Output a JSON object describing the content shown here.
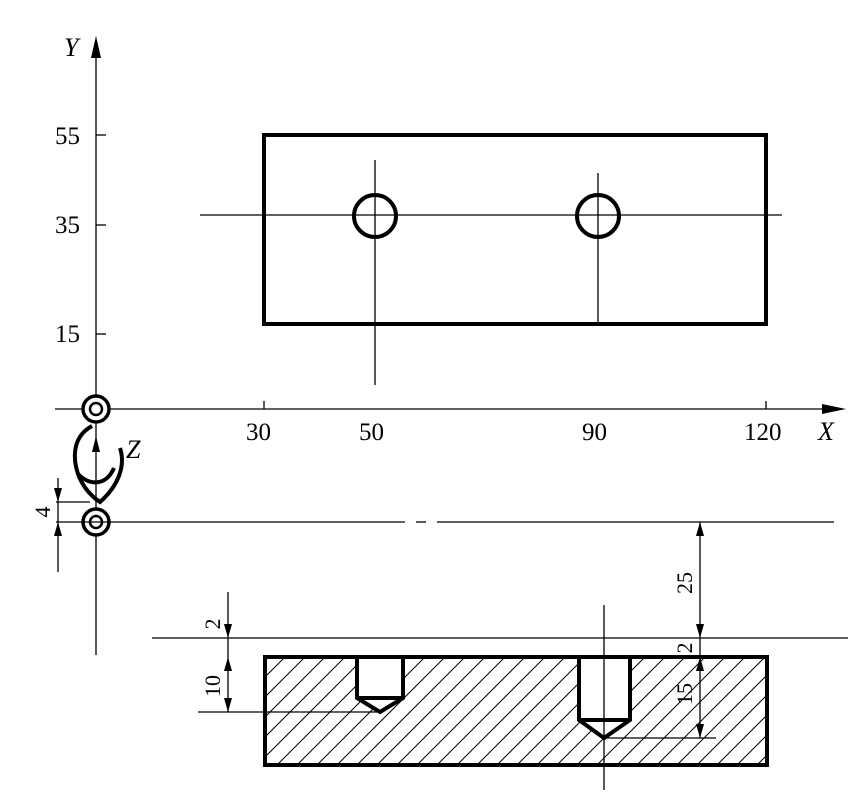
{
  "axes": {
    "x_label": "X",
    "y_label": "Y",
    "z_label": "Z"
  },
  "x_ticks": [
    "30",
    "50",
    "90",
    "120"
  ],
  "y_ticks": [
    "55",
    "35",
    "15"
  ],
  "dimensions": {
    "tool_lift": "4",
    "clearance_upper": "25",
    "clearance_lower": "2",
    "clearance_left": "2",
    "hole_depth_left": "10",
    "hole_depth_right": "15"
  }
}
